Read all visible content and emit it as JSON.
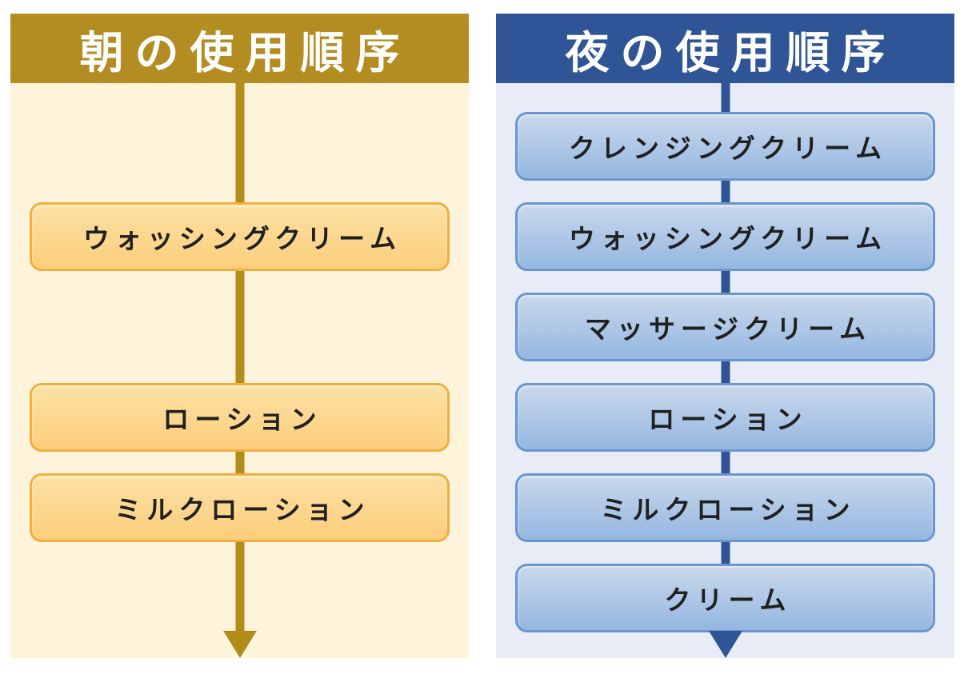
{
  "morning": {
    "title": "朝の使用順序",
    "icon": "down-arrow-icon",
    "theme": {
      "header_bg": "#B38D22",
      "body_bg": "#FDF4DB",
      "box_border": "#F3AE3D",
      "box_fill_top": "#FCE1A4",
      "box_fill_bottom": "#FBCE7C",
      "arrow": "#B28C1B",
      "title_color": "#FFFFFF",
      "text_color": "#202020"
    },
    "steps": [
      {
        "label": "ウォッシングクリーム",
        "row": 2
      },
      {
        "label": "ローション",
        "row": 4
      },
      {
        "label": "ミルクローション",
        "row": 5
      }
    ]
  },
  "night": {
    "title": "夜の使用順序",
    "icon": "down-arrow-icon",
    "theme": {
      "header_bg": "#2F5597",
      "body_bg": "#E7ECF6",
      "box_border": "#6B96CD",
      "box_fill_top": "#CAD8EC",
      "box_fill_bottom": "#94B7E0",
      "arrow": "#2F5597",
      "title_color": "#FFFFFF",
      "text_color": "#202020"
    },
    "steps": [
      {
        "label": "クレンジングクリーム",
        "row": 1
      },
      {
        "label": "ウォッシングクリーム",
        "row": 2
      },
      {
        "label": "マッサージクリーム",
        "row": 3
      },
      {
        "label": "ローション",
        "row": 4
      },
      {
        "label": "ミルクローション",
        "row": 5
      },
      {
        "label": "クリーム",
        "row": 6
      }
    ]
  }
}
